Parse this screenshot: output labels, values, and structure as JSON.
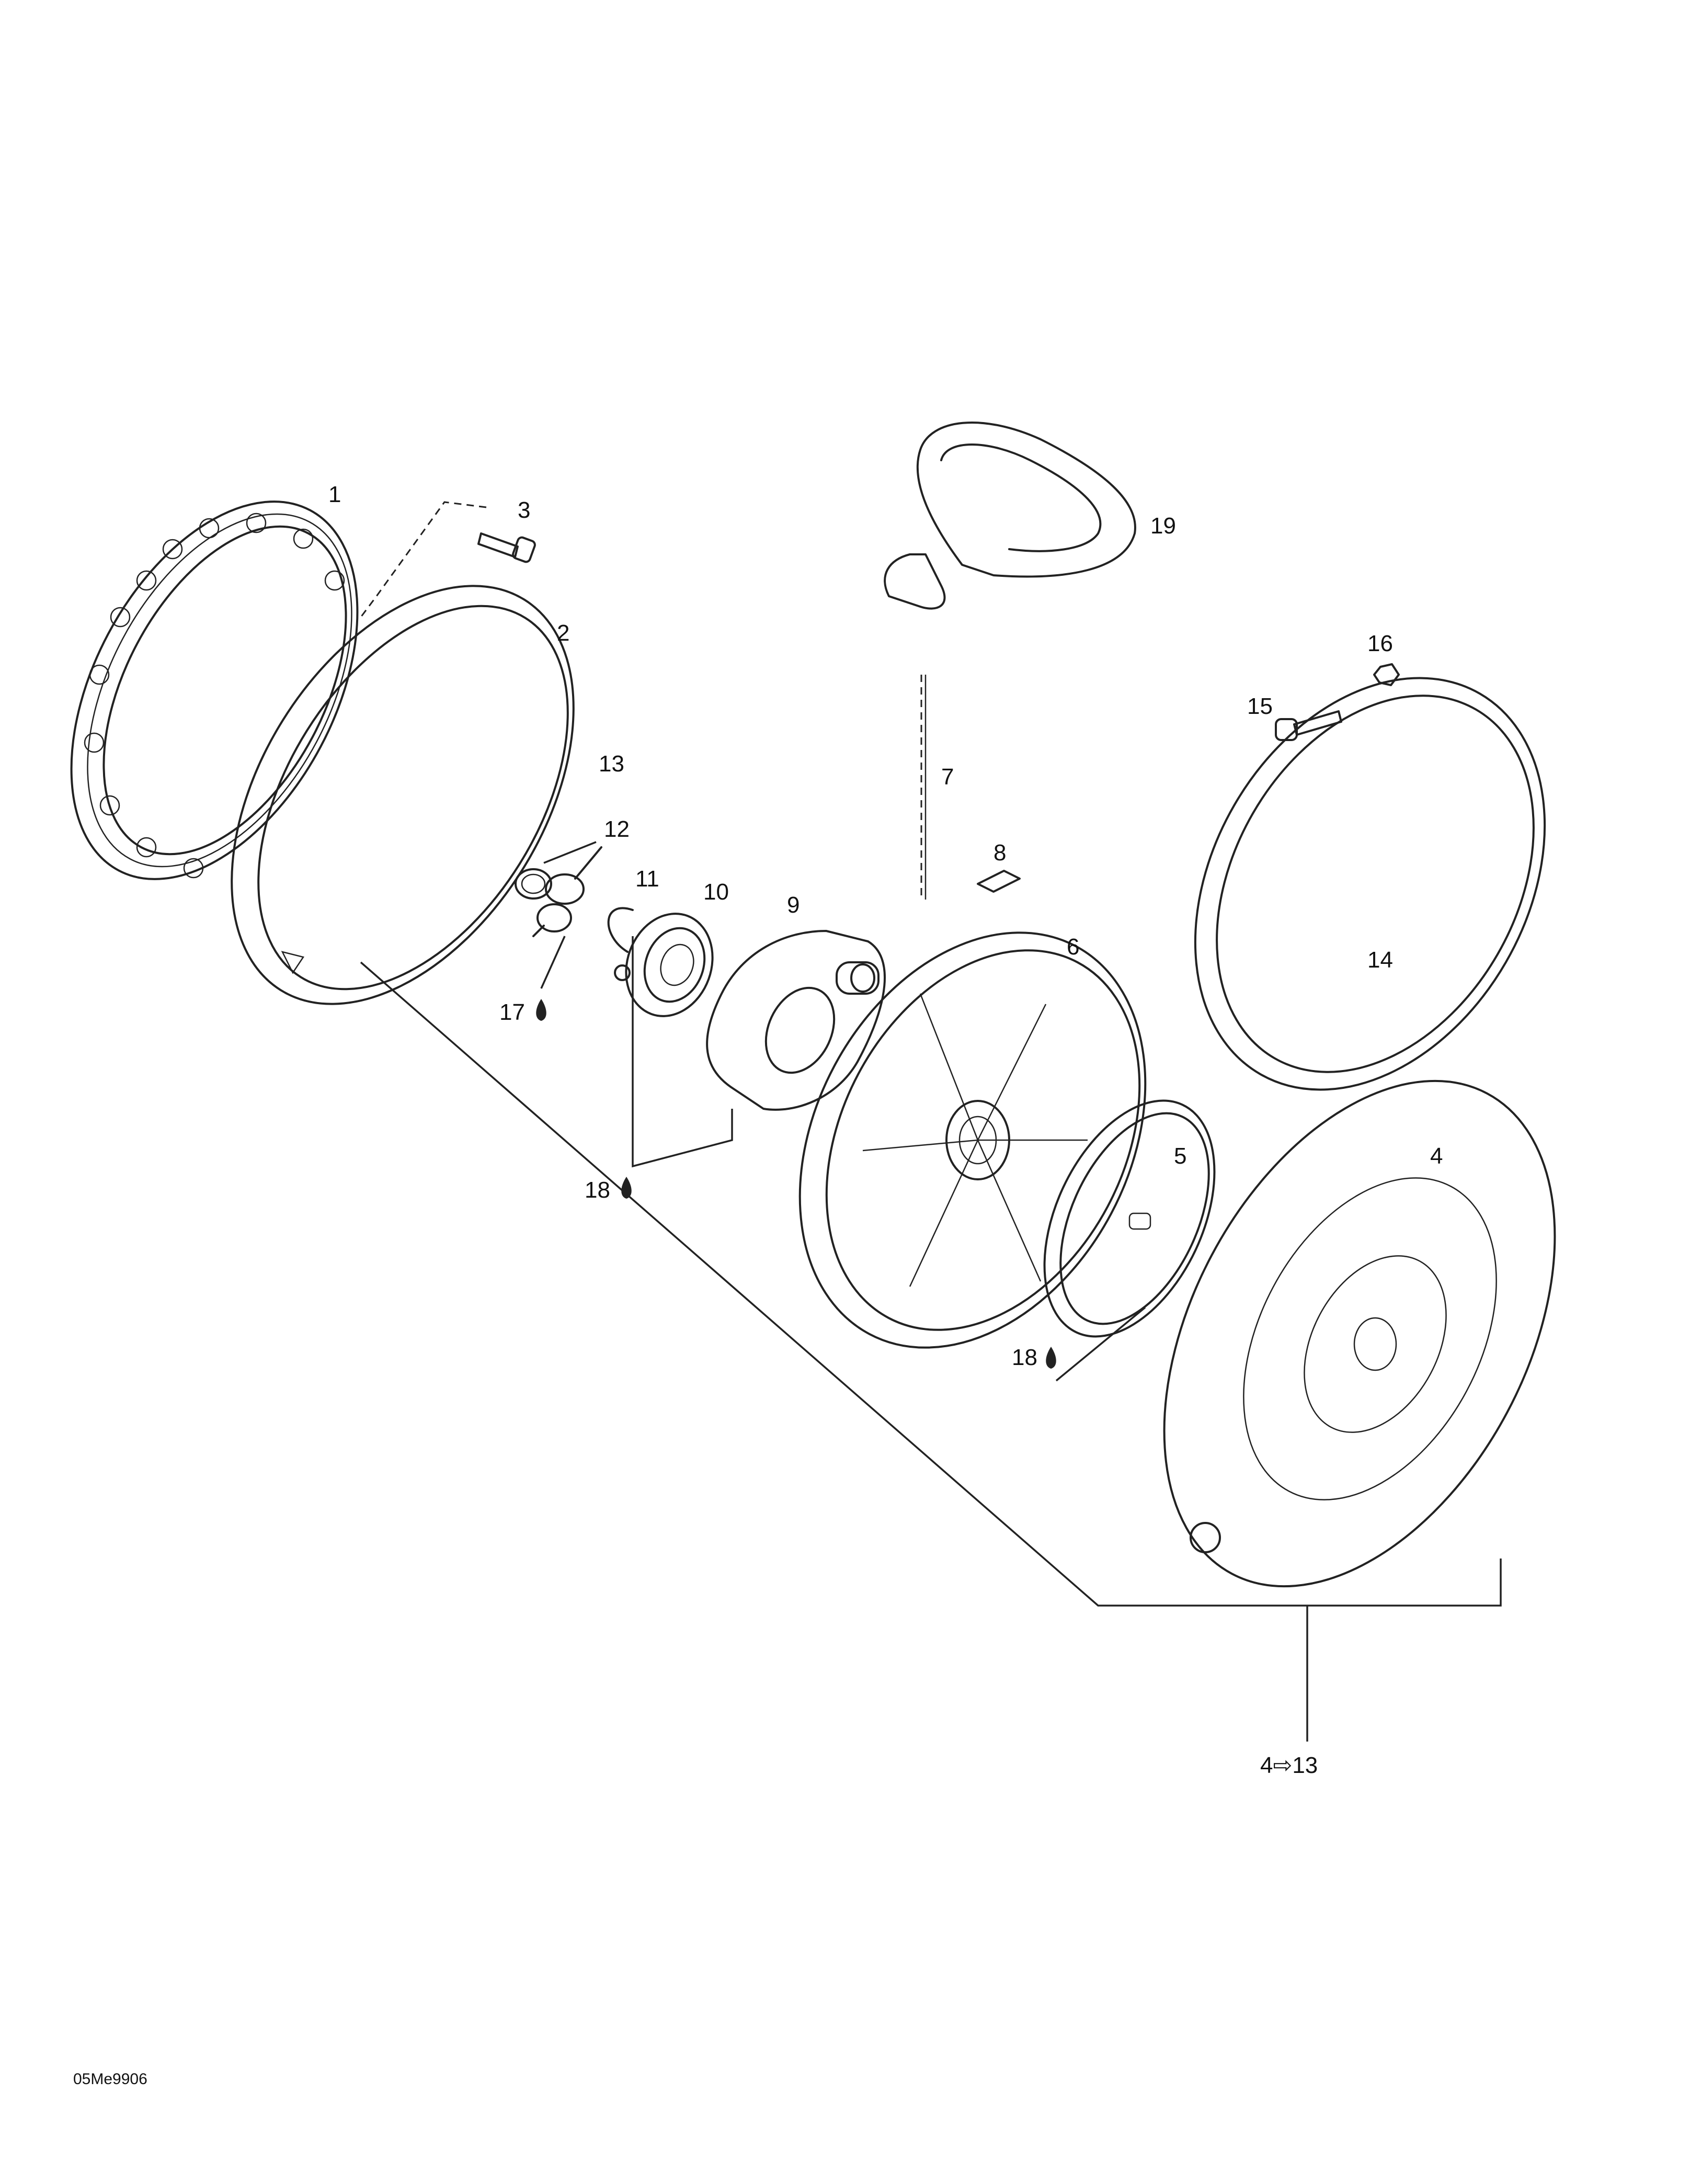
{
  "diagram": {
    "drawing_code": "05Me9906",
    "assembly_label": "4⇨13",
    "colors": {
      "line": "#222222",
      "background": "#ffffff"
    },
    "callouts": [
      {
        "id": "c1",
        "label": "1"
      },
      {
        "id": "c2",
        "label": "2"
      },
      {
        "id": "c3",
        "label": "3"
      },
      {
        "id": "c4",
        "label": "4"
      },
      {
        "id": "c5",
        "label": "5"
      },
      {
        "id": "c6",
        "label": "6"
      },
      {
        "id": "c7",
        "label": "7"
      },
      {
        "id": "c8",
        "label": "8"
      },
      {
        "id": "c9",
        "label": "9"
      },
      {
        "id": "c10",
        "label": "10"
      },
      {
        "id": "c11",
        "label": "11"
      },
      {
        "id": "c12",
        "label": "12"
      },
      {
        "id": "c13",
        "label": "13"
      },
      {
        "id": "c14",
        "label": "14"
      },
      {
        "id": "c15",
        "label": "15"
      },
      {
        "id": "c16",
        "label": "16"
      },
      {
        "id": "c17",
        "label": "17"
      },
      {
        "id": "c18a",
        "label": "18"
      },
      {
        "id": "c18b",
        "label": "18"
      },
      {
        "id": "c19",
        "label": "19"
      }
    ]
  }
}
